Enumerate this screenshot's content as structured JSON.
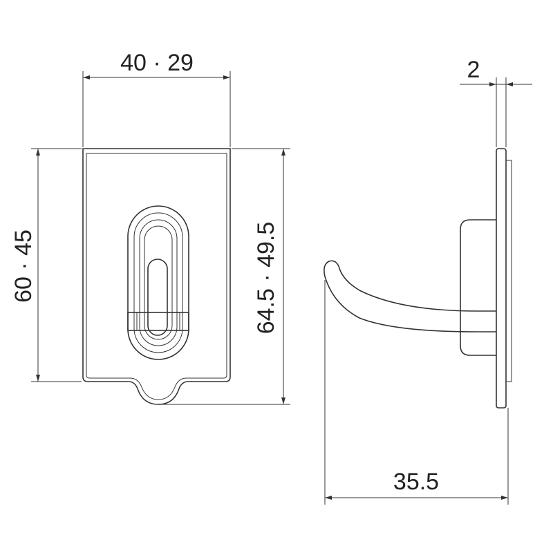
{
  "dimensions": {
    "front_width": "40 · 29",
    "front_height_left": "60 · 45",
    "front_height_right": "64.5 · 49.5",
    "side_thickness": "2",
    "side_depth": "35.5"
  }
}
